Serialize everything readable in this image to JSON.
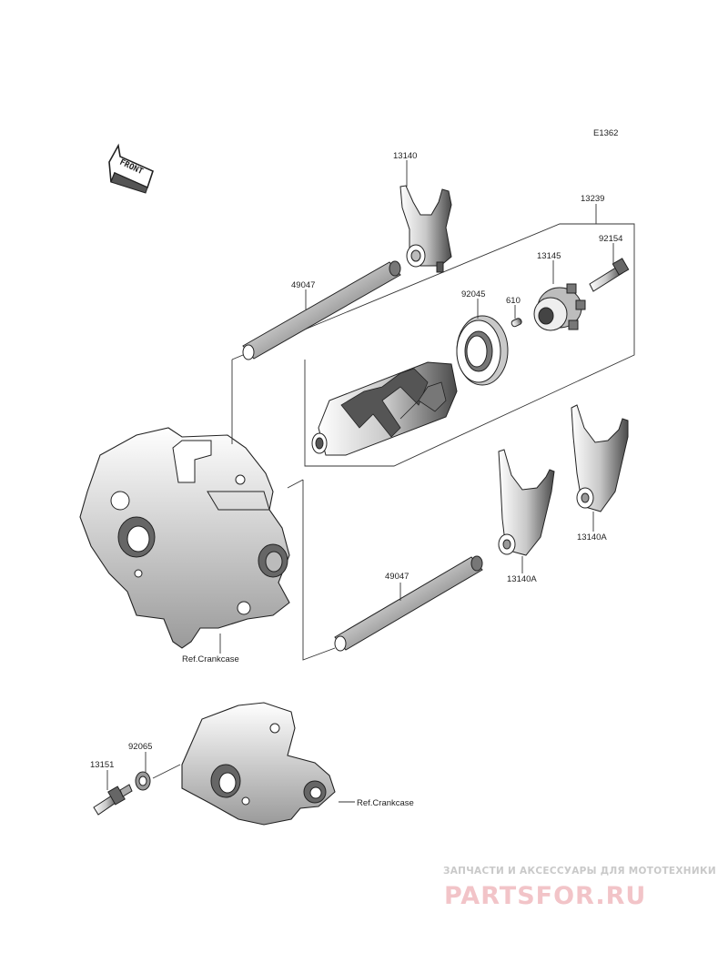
{
  "diagram_code": "E1362",
  "front_arrow_text": "FRONT",
  "labels": {
    "fork_top": "13140",
    "drum_assembly": "13239",
    "pin_bolt": "92154",
    "holder": "13145",
    "bearing": "92045",
    "pin": "610",
    "rod_upper": "49047",
    "rod_lower": "49047",
    "fork_right": "13140A",
    "fork_middle": "13140A",
    "crankcase_ref_upper": "Ref.Crankcase",
    "crankcase_ref_lower": "Ref.Crankcase",
    "washer": "92065",
    "switch": "13151"
  },
  "watermark": {
    "tagline": "ЗАПЧАСТИ И АКСЕССУАРЫ ДЛЯ МОТОТЕХНИКИ",
    "logo": "PARTSFOR.RU"
  },
  "colors": {
    "line": "#222222",
    "part_fill": "#ffffff",
    "part_shade": "#8a8a8a",
    "part_dark": "#3a3a3a",
    "watermark_logo": "#f2c4c8",
    "watermark_text": "#c9c9c9"
  }
}
